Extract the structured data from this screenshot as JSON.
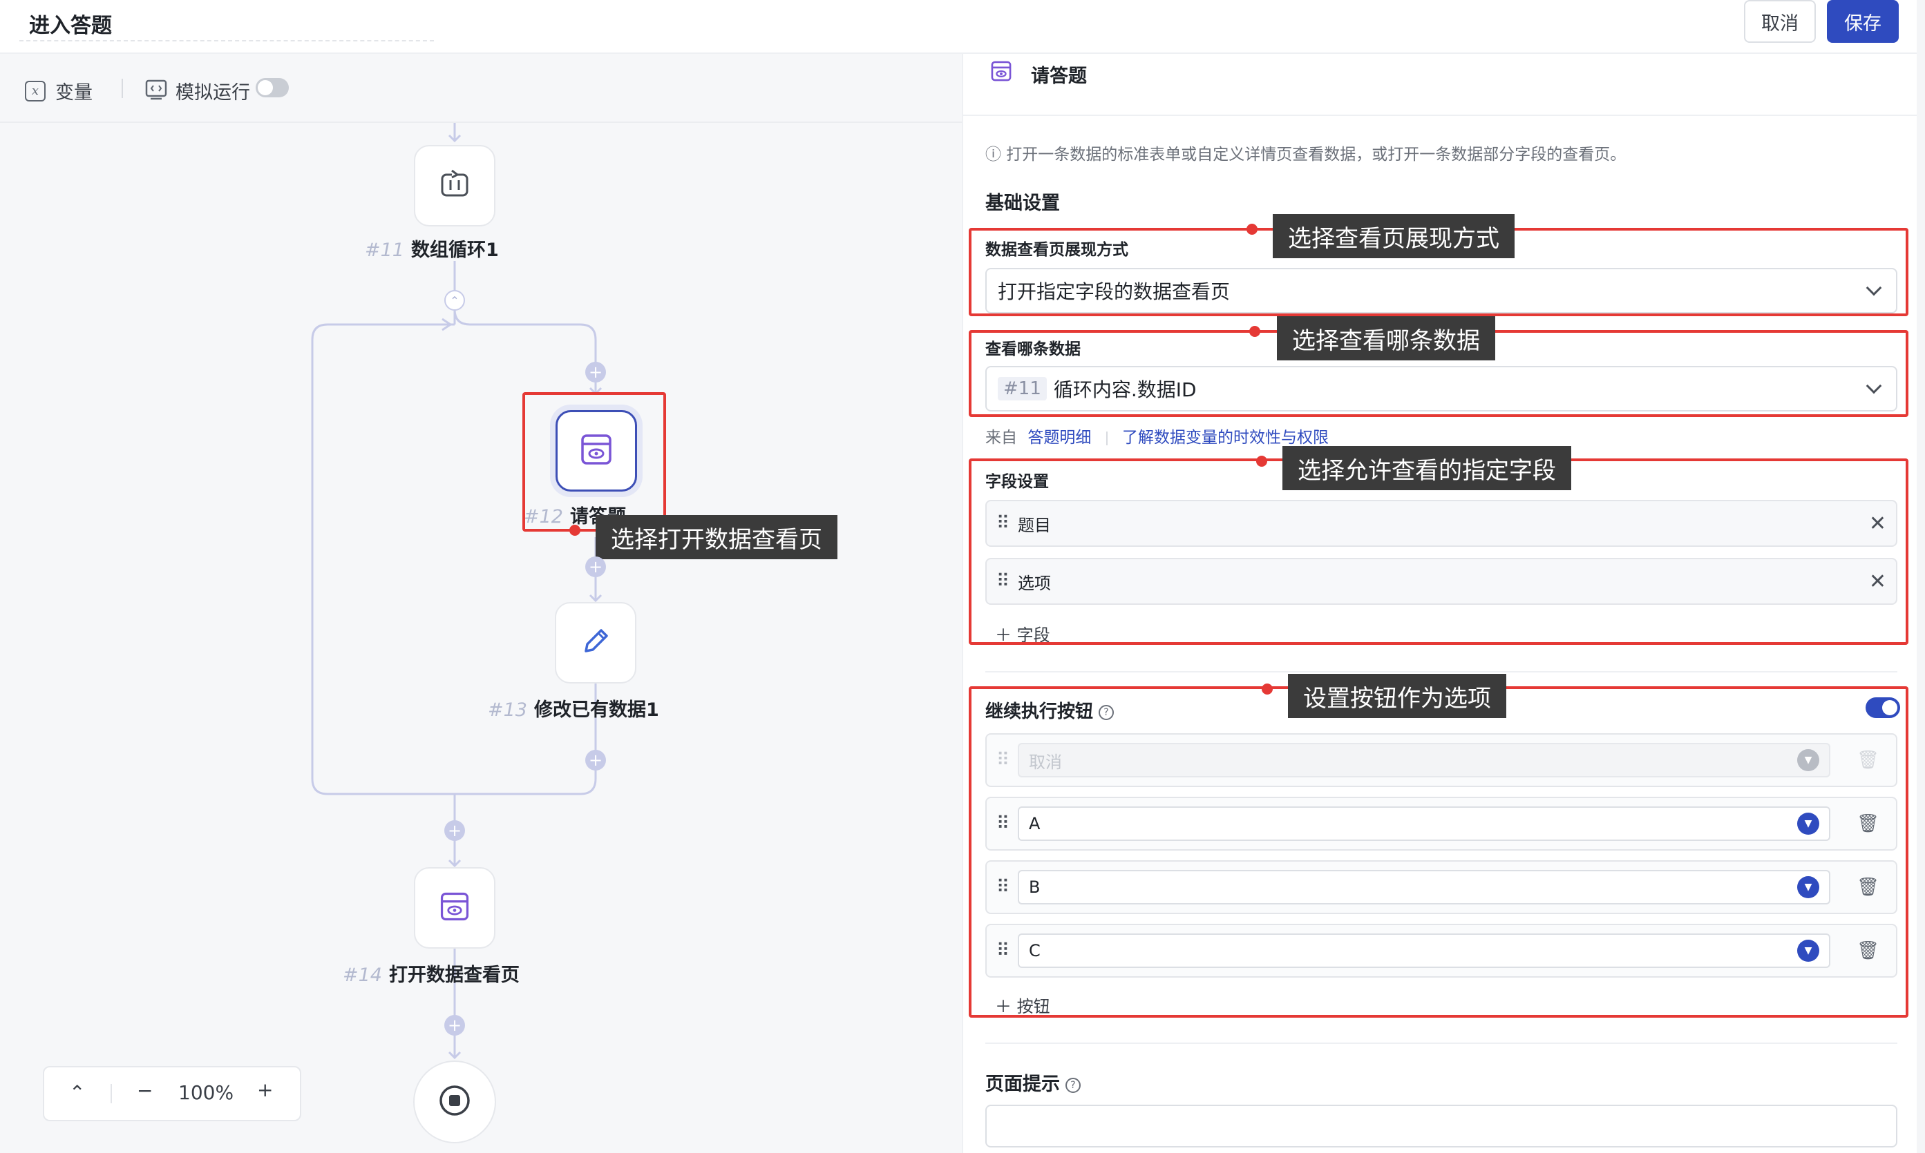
{
  "header": {
    "title": "进入答题",
    "cancel_label": "取消",
    "save_label": "保存"
  },
  "toolbar": {
    "variables_label": "变量",
    "simulate_label": "模拟运行",
    "simulate_on": false
  },
  "flow": {
    "nodes": [
      {
        "num": "#11",
        "label": "数组循环1",
        "icon": "loop-icon"
      },
      {
        "num": "#12",
        "label": "请答题",
        "icon": "view-page-icon",
        "selected": true
      },
      {
        "num": "#13",
        "label": "修改已有数据1",
        "icon": "pencil-icon"
      },
      {
        "num": "#14",
        "label": "打开数据查看页",
        "icon": "view-page-icon"
      }
    ],
    "end_icon": "stop-icon"
  },
  "zoom": {
    "up_label": "⌃",
    "minus_label": "−",
    "level": "100%",
    "plus_label": "+"
  },
  "callouts": {
    "node": "选择打开数据查看页",
    "display_mode": "选择查看页展现方式",
    "which_data": "选择查看哪条数据",
    "fields": "选择允许查看的指定字段",
    "buttons": "设置按钮作为选项"
  },
  "panel": {
    "title": "请答题",
    "title_icon": "view-page-icon",
    "hint": "ⓘ 打开一条数据的标准表单或自定义详情页查看数据，或打开一条数据部分字段的查看页。",
    "basic_settings": "基础设置",
    "display_mode_label": "数据查看页展现方式",
    "display_mode_value": "打开指定字段的数据查看页",
    "which_data_label": "查看哪条数据",
    "which_data_tag": "#11",
    "which_data_value": "循环内容.数据ID",
    "source_prefix": "来自",
    "source_link": "答题明细",
    "learn_link": "了解数据变量的时效性与权限",
    "fields_label": "字段设置",
    "fields": [
      "题目",
      "选项"
    ],
    "add_field_label": "＋ 字段",
    "continue_label": "继续执行按钮",
    "continue_on": true,
    "buttons": [
      {
        "label": "取消",
        "disabled": true
      },
      {
        "label": "A",
        "disabled": false
      },
      {
        "label": "B",
        "disabled": false
      },
      {
        "label": "C",
        "disabled": false
      }
    ],
    "add_button_label": "＋ 按钮",
    "page_hint_label": "页面提示",
    "page_hint_value": ""
  },
  "colors": {
    "accent": "#2f4bbf",
    "annotation_red": "#e53935",
    "node_icon_purple": "#7a55d6",
    "connector": "#c7cbe8"
  }
}
